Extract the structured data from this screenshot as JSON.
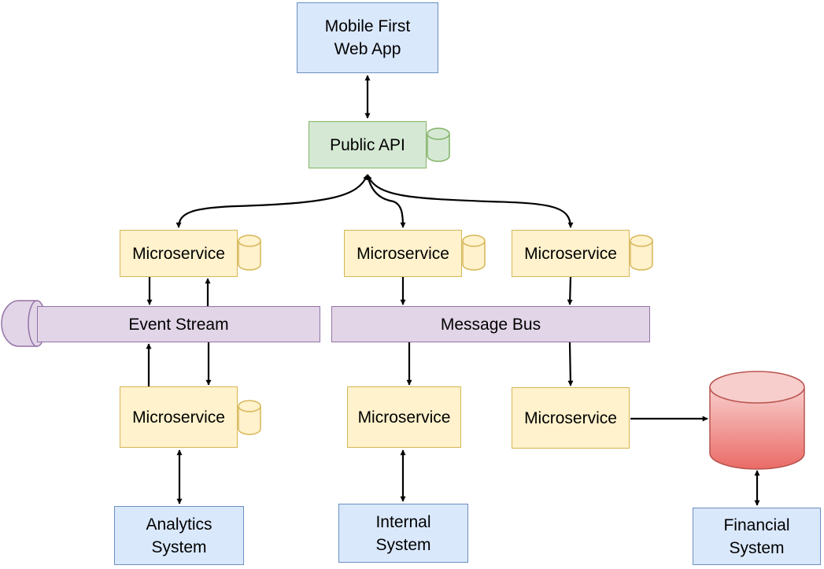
{
  "nodes": {
    "web_app": "Mobile First\nWeb App",
    "public_api": "Public API",
    "ms_top_left": "Microservice",
    "ms_top_mid": "Microservice",
    "ms_top_right": "Microservice",
    "event_stream": "Event Stream",
    "message_bus": "Message Bus",
    "ms_bottom_left": "Microservice",
    "ms_bottom_mid": "Microservice",
    "ms_bottom_right": "Microservice",
    "analytics": "Analytics\nSystem",
    "internal": "Internal\nSystem",
    "financial": "Financial\nSystem"
  },
  "colors": {
    "client_fill": "#dae8fc",
    "client_stroke": "#6c8ebf",
    "api_fill": "#d5e8d4",
    "api_stroke": "#82b366",
    "service_fill": "#fff2cc",
    "service_stroke": "#d6b656",
    "stream_fill": "#e1d5e7",
    "stream_stroke": "#9673a6",
    "database_fill": "#f8cecc",
    "database_stroke": "#b85450"
  }
}
